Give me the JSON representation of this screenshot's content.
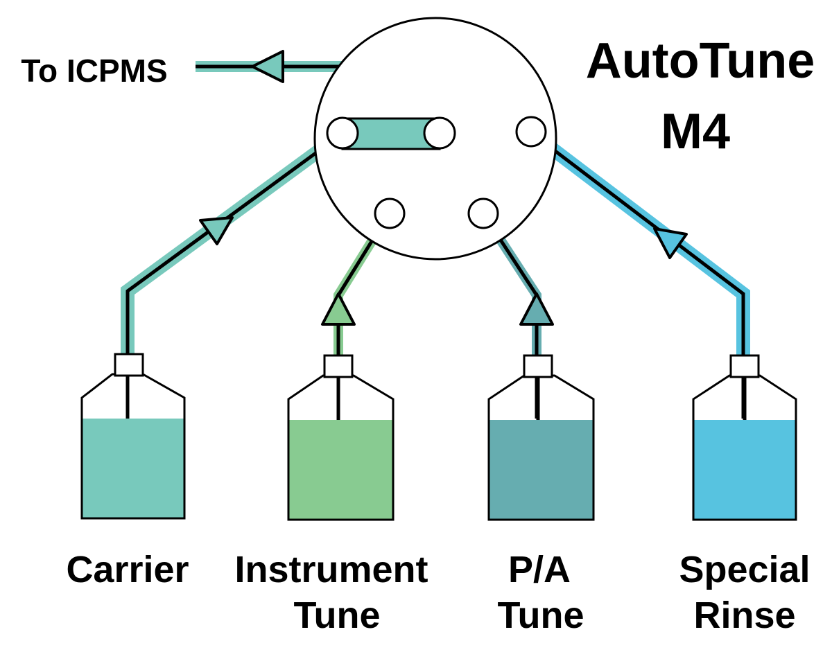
{
  "title": {
    "line1": "AutoTune",
    "line2": "M4"
  },
  "outlet_label": "To ICPMS",
  "colors": {
    "carrier": "#78c9bc",
    "instrument_tune": "#88cb91",
    "pa_tune": "#66adb0",
    "special_rinse": "#57c3e0",
    "outline": "#000000",
    "background": "#ffffff"
  },
  "bottles": [
    {
      "id": "carrier",
      "label_line1": "Carrier",
      "label_line2": ""
    },
    {
      "id": "instrument-tune",
      "label_line1": "Instrument",
      "label_line2": "Tune"
    },
    {
      "id": "pa-tune",
      "label_line1": "P/A",
      "label_line2": "Tune"
    },
    {
      "id": "special-rinse",
      "label_line1": "Special",
      "label_line2": "Rinse"
    }
  ]
}
